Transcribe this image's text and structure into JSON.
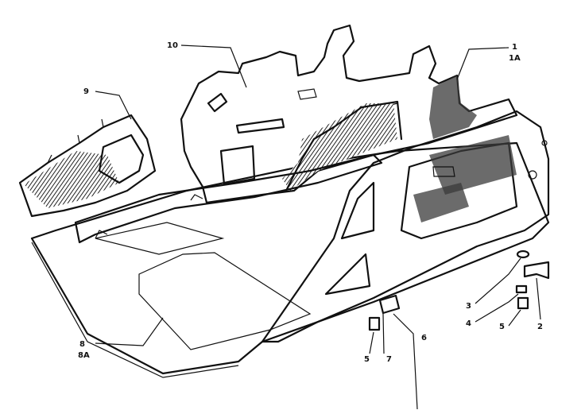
{
  "callouts": [
    {
      "id": "c10",
      "text": "10"
    },
    {
      "id": "c9",
      "text": "9"
    },
    {
      "id": "c1",
      "text": "1"
    },
    {
      "id": "c1a",
      "text": "1A"
    },
    {
      "id": "c8",
      "text": "8"
    },
    {
      "id": "c8a",
      "text": "8A"
    },
    {
      "id": "c3",
      "text": "3"
    },
    {
      "id": "c4",
      "text": "4"
    },
    {
      "id": "c5r",
      "text": "5"
    },
    {
      "id": "c2",
      "text": "2"
    },
    {
      "id": "c5",
      "text": "5"
    },
    {
      "id": "c7",
      "text": "7"
    },
    {
      "id": "c6",
      "text": "6"
    }
  ],
  "colors": {
    "ink": "#111111",
    "paper": "#ffffff"
  }
}
